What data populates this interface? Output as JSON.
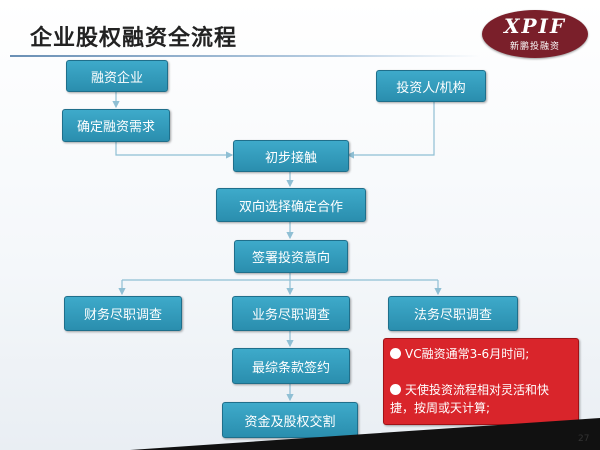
{
  "title": "企业股权融资全流程",
  "logo": {
    "word": "XPIF",
    "sub": "新鹏投融资"
  },
  "nodes": {
    "financing_company": "融资企业",
    "investor": "投资人/机构",
    "confirm_needs": "确定融资需求",
    "initial_contact": "初步接触",
    "mutual_select": "双向选择确定合作",
    "sign_intent": "签署投资意向",
    "finance_dd": "财务尽职调查",
    "business_dd": "业务尽职调查",
    "legal_dd": "法务尽职调查",
    "final_terms": "最综条款签约",
    "delivery": "资金及股权交割"
  },
  "note": {
    "line1": "VC融资通常3-6月时间;",
    "line2": "天使投资流程相对灵活和快捷，按周或天计算;"
  },
  "page_number": "27",
  "colors": {
    "box": "#2f95b5",
    "note": "#d9252b",
    "logo": "#7a1f2a",
    "connector": "#8fbfd4"
  }
}
